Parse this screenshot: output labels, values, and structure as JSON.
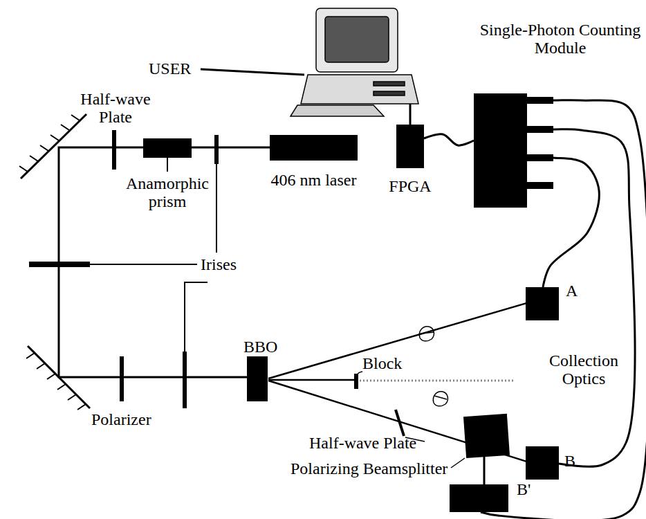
{
  "diagram": {
    "nodes": [
      {
        "text": [
          "Single-Photon Counting Module"
        ]
      },
      {
        "text": [
          "406 nm laser"
        ]
      },
      {
        "text": [
          "FPGA"
        ]
      },
      {
        "text": [
          "A"
        ]
      },
      {
        "text": [
          "B"
        ]
      },
      {
        "text": [
          "B'"
        ]
      }
    ],
    "edges": [
      {
        "from": 3,
        "to": 0,
        "arrow": "none"
      },
      {
        "from": 4,
        "to": 0,
        "arrow": "none"
      },
      {
        "from": 5,
        "to": 0,
        "arrow": "none"
      },
      {
        "from": 2,
        "to": 0,
        "arrow": "none"
      }
    ],
    "labels": [
      "Half-wave Plate",
      "USER",
      "Anamorphic prism",
      "Irises",
      "Polarizer",
      "BBO",
      "Block",
      "Collection Optics",
      "Half-wave Plate",
      "Polarizing Beamsplitter"
    ]
  }
}
